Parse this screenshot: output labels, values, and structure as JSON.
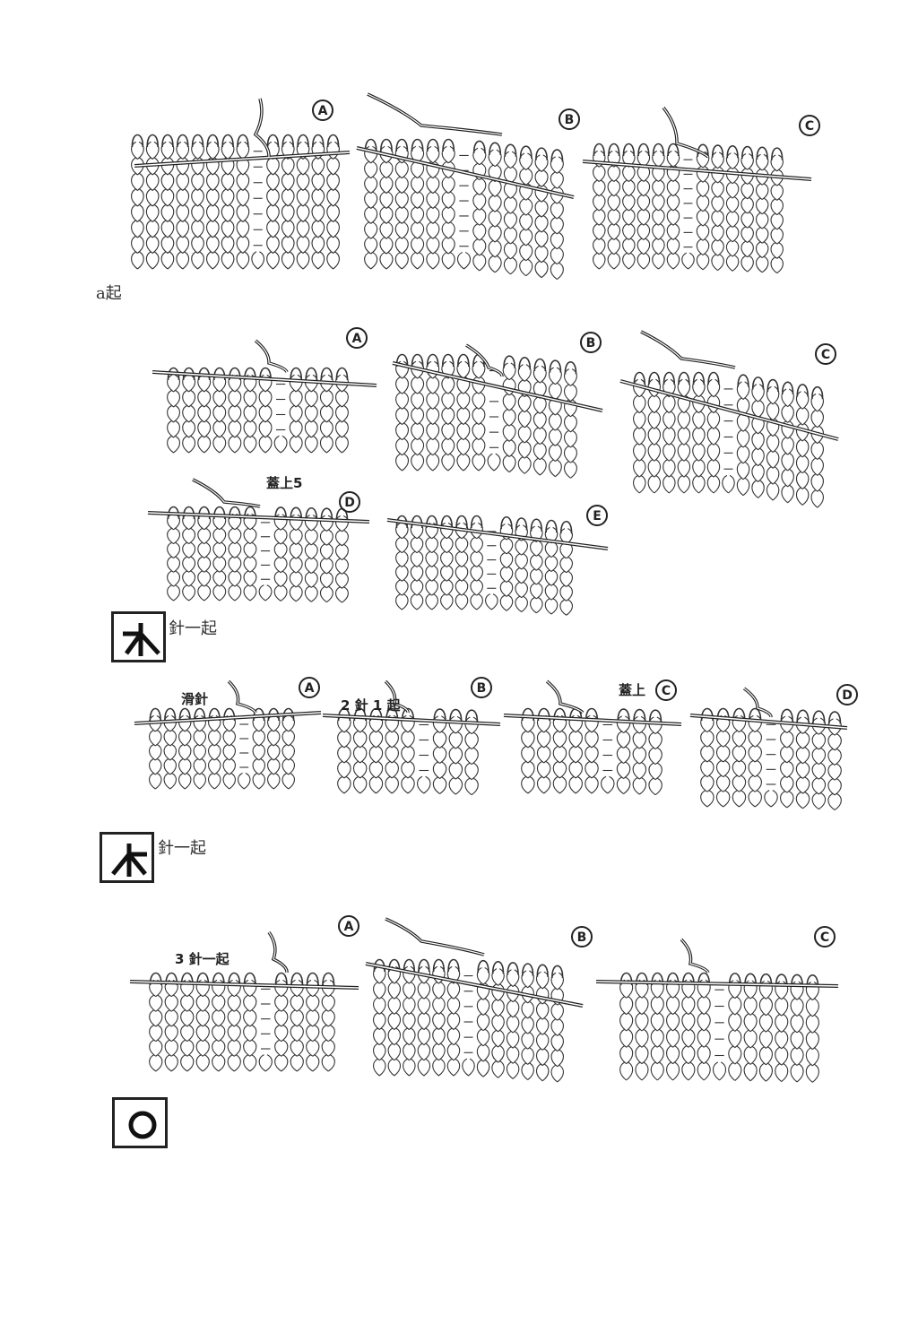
{
  "sections": [
    {
      "id": "s1",
      "panels": [
        {
          "step": "A",
          "label": ""
        },
        {
          "step": "B",
          "label": ""
        },
        {
          "step": "C",
          "label": ""
        }
      ],
      "caption": "a起"
    },
    {
      "id": "s2",
      "panels": [
        {
          "step": "A",
          "label": ""
        },
        {
          "step": "B",
          "label": ""
        },
        {
          "step": "C",
          "label": ""
        },
        {
          "step": "D",
          "label": "蓋上5"
        },
        {
          "step": "E",
          "label": ""
        }
      ],
      "caption": "針一起"
    },
    {
      "id": "s3",
      "panels": [
        {
          "step": "A",
          "label": "滑針"
        },
        {
          "step": "B",
          "label": "2 針 1 起"
        },
        {
          "step": "C",
          "label": "蓋上"
        },
        {
          "step": "D",
          "label": ""
        }
      ],
      "caption": "針一起"
    },
    {
      "id": "s4",
      "panels": [
        {
          "step": "A",
          "label": "3 針一起"
        },
        {
          "step": "B",
          "label": ""
        },
        {
          "step": "C",
          "label": ""
        }
      ],
      "caption": ""
    }
  ],
  "symbols": [
    {
      "name": "right-decrease-symbol-icon"
    },
    {
      "name": "left-decrease-symbol-icon"
    },
    {
      "name": "yarn-over-symbol-icon"
    }
  ]
}
